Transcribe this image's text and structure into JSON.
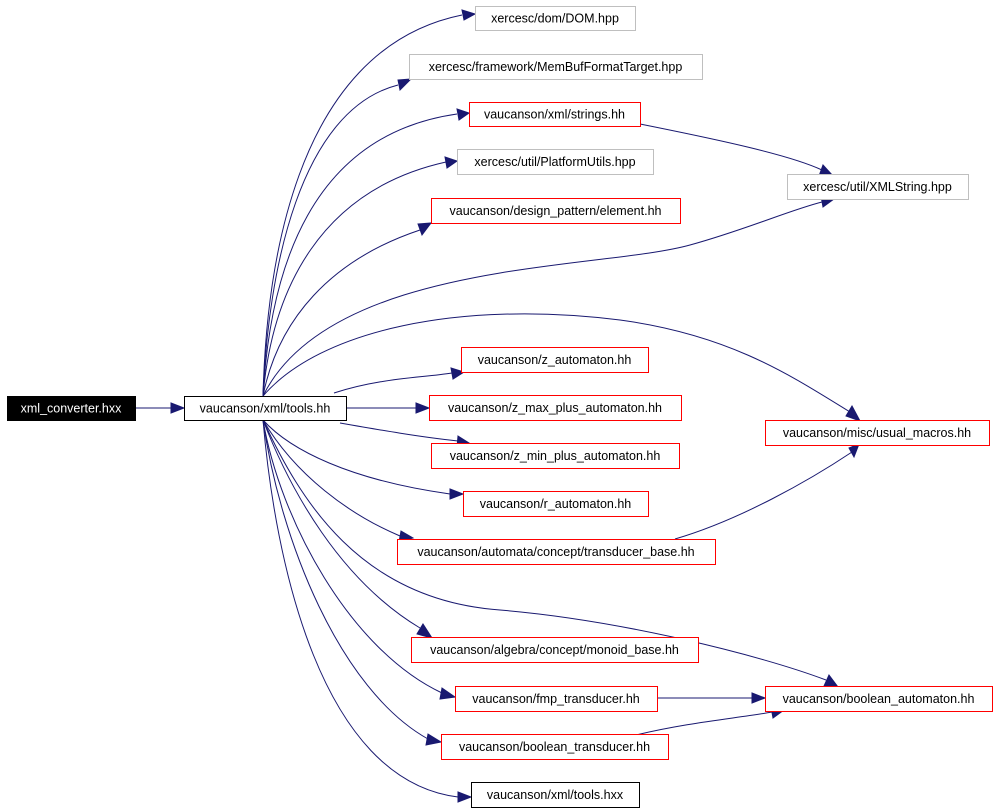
{
  "colors": {
    "edge": "#191970",
    "border_found": "#ff0000",
    "border_external": "#bfbfbf",
    "border_plain": "#000000",
    "root_fill": "#000000",
    "root_text": "#ffffff",
    "text": "#000000"
  },
  "nodes": {
    "xml_converter": {
      "label": "xml_converter.hxx",
      "style": "root"
    },
    "tools_hh": {
      "label": "vaucanson/xml/tools.hh",
      "style": "plain"
    },
    "dom_hpp": {
      "label": "xercesc/dom/DOM.hpp",
      "style": "external"
    },
    "membuf_hpp": {
      "label": "xercesc/framework/MemBufFormatTarget.hpp",
      "style": "external"
    },
    "strings_hh": {
      "label": "vaucanson/xml/strings.hh",
      "style": "found"
    },
    "platformutils_hpp": {
      "label": "xercesc/util/PlatformUtils.hpp",
      "style": "external"
    },
    "xmlstring_hpp": {
      "label": "xercesc/util/XMLString.hpp",
      "style": "external"
    },
    "element_hh": {
      "label": "vaucanson/design_pattern/element.hh",
      "style": "found"
    },
    "z_automaton_hh": {
      "label": "vaucanson/z_automaton.hh",
      "style": "found"
    },
    "z_max_plus_hh": {
      "label": "vaucanson/z_max_plus_automaton.hh",
      "style": "found"
    },
    "usual_macros_hh": {
      "label": "vaucanson/misc/usual_macros.hh",
      "style": "found"
    },
    "z_min_plus_hh": {
      "label": "vaucanson/z_min_plus_automaton.hh",
      "style": "found"
    },
    "r_automaton_hh": {
      "label": "vaucanson/r_automaton.hh",
      "style": "found"
    },
    "transducer_base_hh": {
      "label": "vaucanson/automata/concept/transducer_base.hh",
      "style": "found"
    },
    "monoid_base_hh": {
      "label": "vaucanson/algebra/concept/monoid_base.hh",
      "style": "found"
    },
    "fmp_transducer_hh": {
      "label": "vaucanson/fmp_transducer.hh",
      "style": "found"
    },
    "boolean_automaton_hh": {
      "label": "vaucanson/boolean_automaton.hh",
      "style": "found"
    },
    "boolean_transducer_hh": {
      "label": "vaucanson/boolean_transducer.hh",
      "style": "found"
    },
    "tools_hxx": {
      "label": "vaucanson/xml/tools.hxx",
      "style": "plain"
    }
  },
  "edges": [
    [
      "xml_converter",
      "tools_hh"
    ],
    [
      "tools_hh",
      "dom_hpp"
    ],
    [
      "tools_hh",
      "membuf_hpp"
    ],
    [
      "tools_hh",
      "strings_hh"
    ],
    [
      "tools_hh",
      "platformutils_hpp"
    ],
    [
      "tools_hh",
      "element_hh"
    ],
    [
      "tools_hh",
      "xmlstring_hpp"
    ],
    [
      "tools_hh",
      "usual_macros_hh"
    ],
    [
      "tools_hh",
      "z_automaton_hh"
    ],
    [
      "tools_hh",
      "z_max_plus_hh"
    ],
    [
      "tools_hh",
      "z_min_plus_hh"
    ],
    [
      "tools_hh",
      "r_automaton_hh"
    ],
    [
      "tools_hh",
      "transducer_base_hh"
    ],
    [
      "tools_hh",
      "boolean_automaton_hh"
    ],
    [
      "tools_hh",
      "monoid_base_hh"
    ],
    [
      "tools_hh",
      "fmp_transducer_hh"
    ],
    [
      "tools_hh",
      "boolean_transducer_hh"
    ],
    [
      "tools_hh",
      "tools_hxx"
    ],
    [
      "strings_hh",
      "xmlstring_hpp"
    ],
    [
      "transducer_base_hh",
      "usual_macros_hh"
    ],
    [
      "fmp_transducer_hh",
      "boolean_automaton_hh"
    ],
    [
      "boolean_transducer_hh",
      "boolean_automaton_hh"
    ]
  ]
}
